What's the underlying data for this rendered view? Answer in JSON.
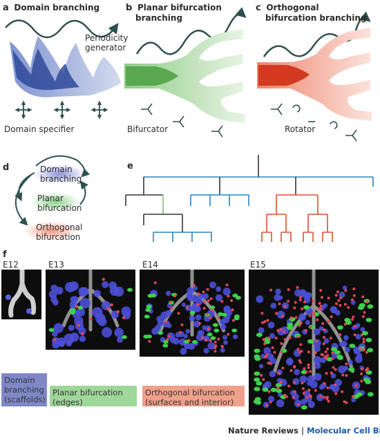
{
  "panels": {
    "a": {
      "letter": "a",
      "title": "Domain branching",
      "annotation": "Periodicity generator",
      "label": "Domain specifier"
    },
    "b": {
      "letter": "b",
      "title_line1": "Planar bifurcation",
      "title_line2": "branching",
      "label": "Bifurcator"
    },
    "c": {
      "letter": "c",
      "title_line1": "Orthogonal",
      "title_line2": "bifurcation branching",
      "label": "Rotator"
    },
    "d": {
      "letter": "d",
      "node1_line1": "Domain",
      "node1_line2": "branching",
      "node2_line1": "Planar",
      "node2_line2": "bifurcation",
      "node3_line1": "Orthogonal",
      "node3_line2": "bifurcation"
    },
    "e": {
      "letter": "e"
    },
    "f": {
      "letter": "f",
      "stages": [
        "E12",
        "E13",
        "E14",
        "E15"
      ]
    }
  },
  "legend": [
    {
      "line1": "Domain",
      "line2": "branching",
      "line3": "(scaffolds)",
      "color": "#8088c8"
    },
    {
      "line1": "Planar bifurcation",
      "line2": "(edges)",
      "color": "#8fd08a"
    },
    {
      "line1": "Orthogonal bifurcation",
      "line2": "(surfaces and interior)",
      "color": "#ee8c72"
    }
  ],
  "footer": {
    "journal": "Nature Reviews",
    "separator": "|",
    "section": "Molecular Cell Biology"
  },
  "colors": {
    "domain": "#3b57a8",
    "planar": "#5faf55",
    "orthogonal": "#d9462b",
    "tree_blue": "#2a82c4",
    "tree_green": "#7cc46e",
    "tree_red": "#dd5030",
    "tree_dark": "#333333"
  }
}
